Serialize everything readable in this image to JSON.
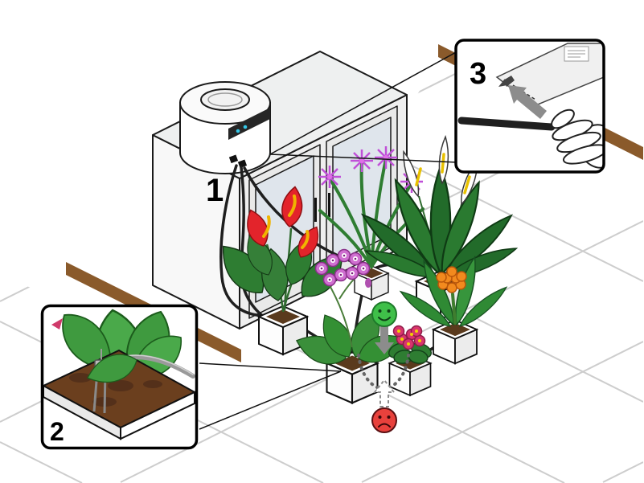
{
  "figure": {
    "callouts": {
      "one": "1",
      "two": "2",
      "three": "3"
    },
    "indicators": {
      "correct_icon": "happy-face-icon",
      "incorrect_icon": "sad-face-icon"
    },
    "colors": {
      "happy_face": "#3fbf49",
      "sad_face": "#e8413c",
      "wood_trim": "#8a5a2b",
      "soil": "#6b3f1e",
      "tube": "#1f1f1f",
      "arrow": "#8c8c8c"
    }
  }
}
